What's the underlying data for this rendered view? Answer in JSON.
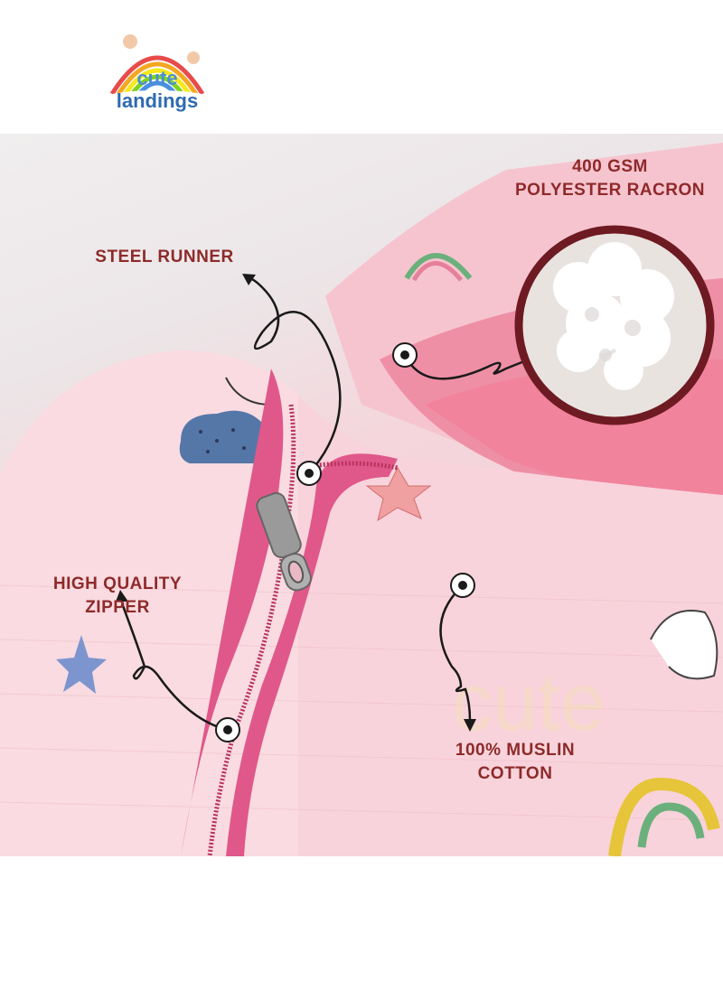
{
  "brand": {
    "line1": "cute",
    "line2": "landings"
  },
  "labels": {
    "steel_runner": "STEEL RUNNER",
    "fill_line1": "400 GSM",
    "fill_line2": "POLYESTER RACRON",
    "zipper_line1": "HIGH QUALITY",
    "zipper_line2": "ZIPPER",
    "fabric_line1": "100% MUSLIN",
    "fabric_line2": "COTTON"
  },
  "colors": {
    "label_text": "#8e2a2a",
    "fabric_pink": "#f7c9d2",
    "zipper_tape": "#e0588a",
    "circle_border": "#6e1a22"
  }
}
